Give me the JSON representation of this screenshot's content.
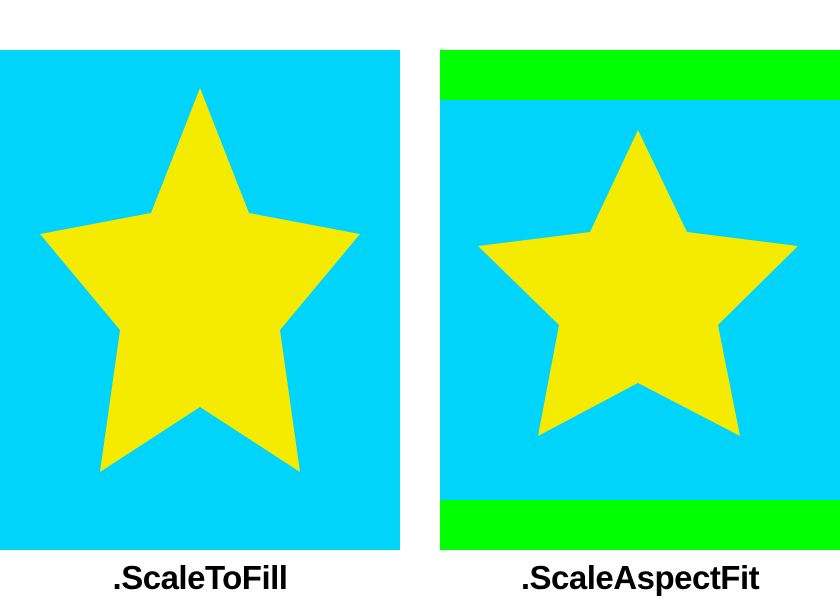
{
  "colors": {
    "background": "#00D4FA",
    "star": "#F5EB00",
    "letterbox": "#00FF00",
    "page": "#FFFFFF",
    "caption_text": "#000000"
  },
  "panels": [
    {
      "id": "scale-to-fill",
      "caption": ".ScaleToFill",
      "letterbox": false
    },
    {
      "id": "scale-aspect-fit",
      "caption": ".ScaleAspectFit",
      "letterbox": true
    }
  ]
}
